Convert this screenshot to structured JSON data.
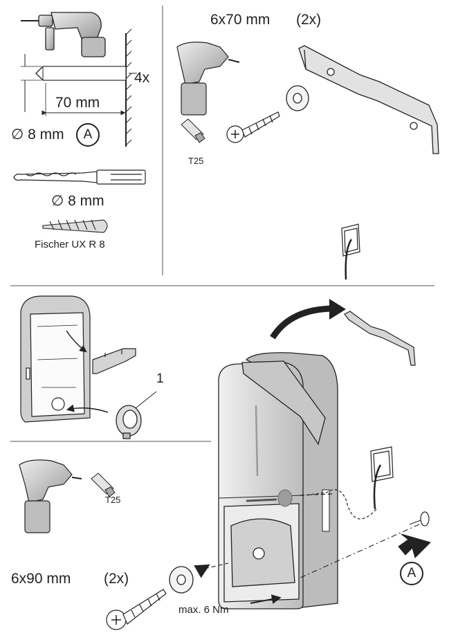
{
  "top_left": {
    "qty": "4x",
    "depth": "70 mm",
    "diameter_a": "∅ 8 mm",
    "marker": "A",
    "drill_bit_diameter": "∅ 8 mm",
    "anchor": "Fischer UX R 8"
  },
  "top_right": {
    "screw_spec": "6x70 mm",
    "screw_qty": "(2x)",
    "bit": "T25"
  },
  "bottom_left": {
    "callout": "1",
    "bit": "T25",
    "screw_spec": "6x90 mm",
    "screw_qty": "(2x)"
  },
  "bottom_right": {
    "torque": "max. 6 Nm",
    "marker": "A"
  },
  "colors": {
    "line": "#222222",
    "device": "#d8d8d8",
    "device_dark": "#a9a9a9",
    "divider": "#8c8c8c"
  }
}
